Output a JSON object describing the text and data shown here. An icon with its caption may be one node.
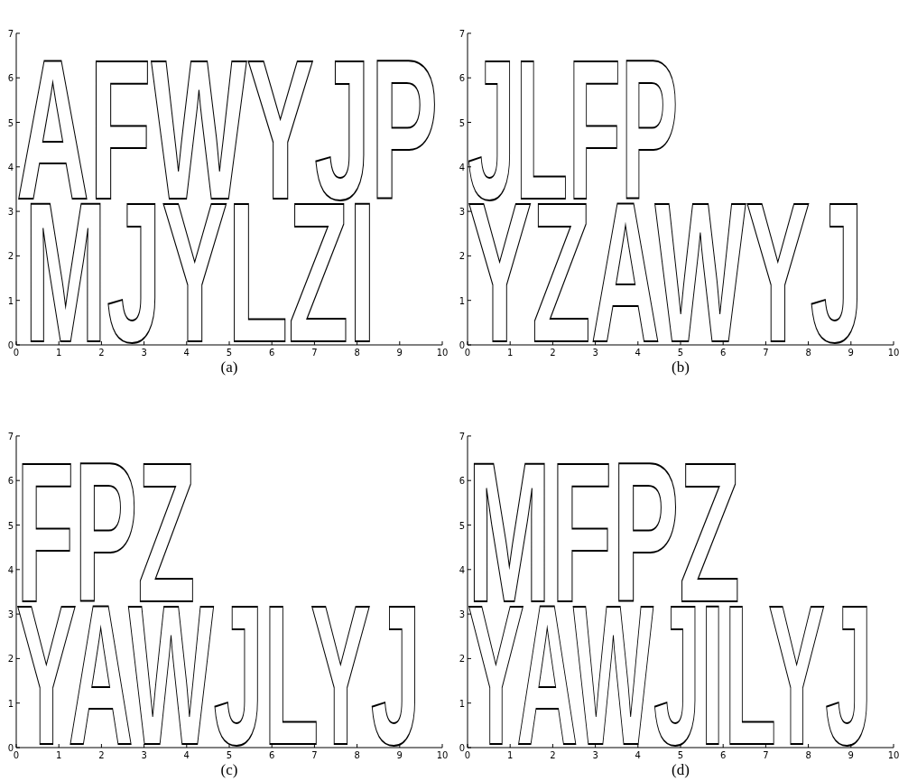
{
  "diagram": {
    "labels": [
      "AFWYJP",
      "MJYLZI",
      "7",
      "6",
      "5",
      "4",
      "3",
      "2",
      "1",
      "0",
      "0",
      "1",
      "2",
      "3",
      "4",
      "5",
      "6",
      "7",
      "8",
      "9",
      "10",
      "(a)",
      "JLFP",
      "YZAWYJ",
      "7",
      "6",
      "5",
      "4",
      "3",
      "2",
      "1",
      "0",
      "0",
      "1",
      "2",
      "3",
      "4",
      "5",
      "6",
      "7",
      "8",
      "9",
      "10",
      "(b)",
      "FPZ",
      "YAWJLYJ",
      "7",
      "6",
      "5",
      "4",
      "3",
      "2",
      "1",
      "0",
      "0",
      "1",
      "2",
      "3",
      "4",
      "5",
      "6",
      "7",
      "8",
      "9",
      "10",
      "(c)",
      "MFPZ",
      "YAWJILYJ",
      "7",
      "6",
      "5",
      "4",
      "3",
      "2",
      "1",
      "0",
      "0",
      "1",
      "2",
      "3",
      "4",
      "5",
      "6",
      "7",
      "8",
      "9",
      "10",
      "(d)"
    ]
  }
}
